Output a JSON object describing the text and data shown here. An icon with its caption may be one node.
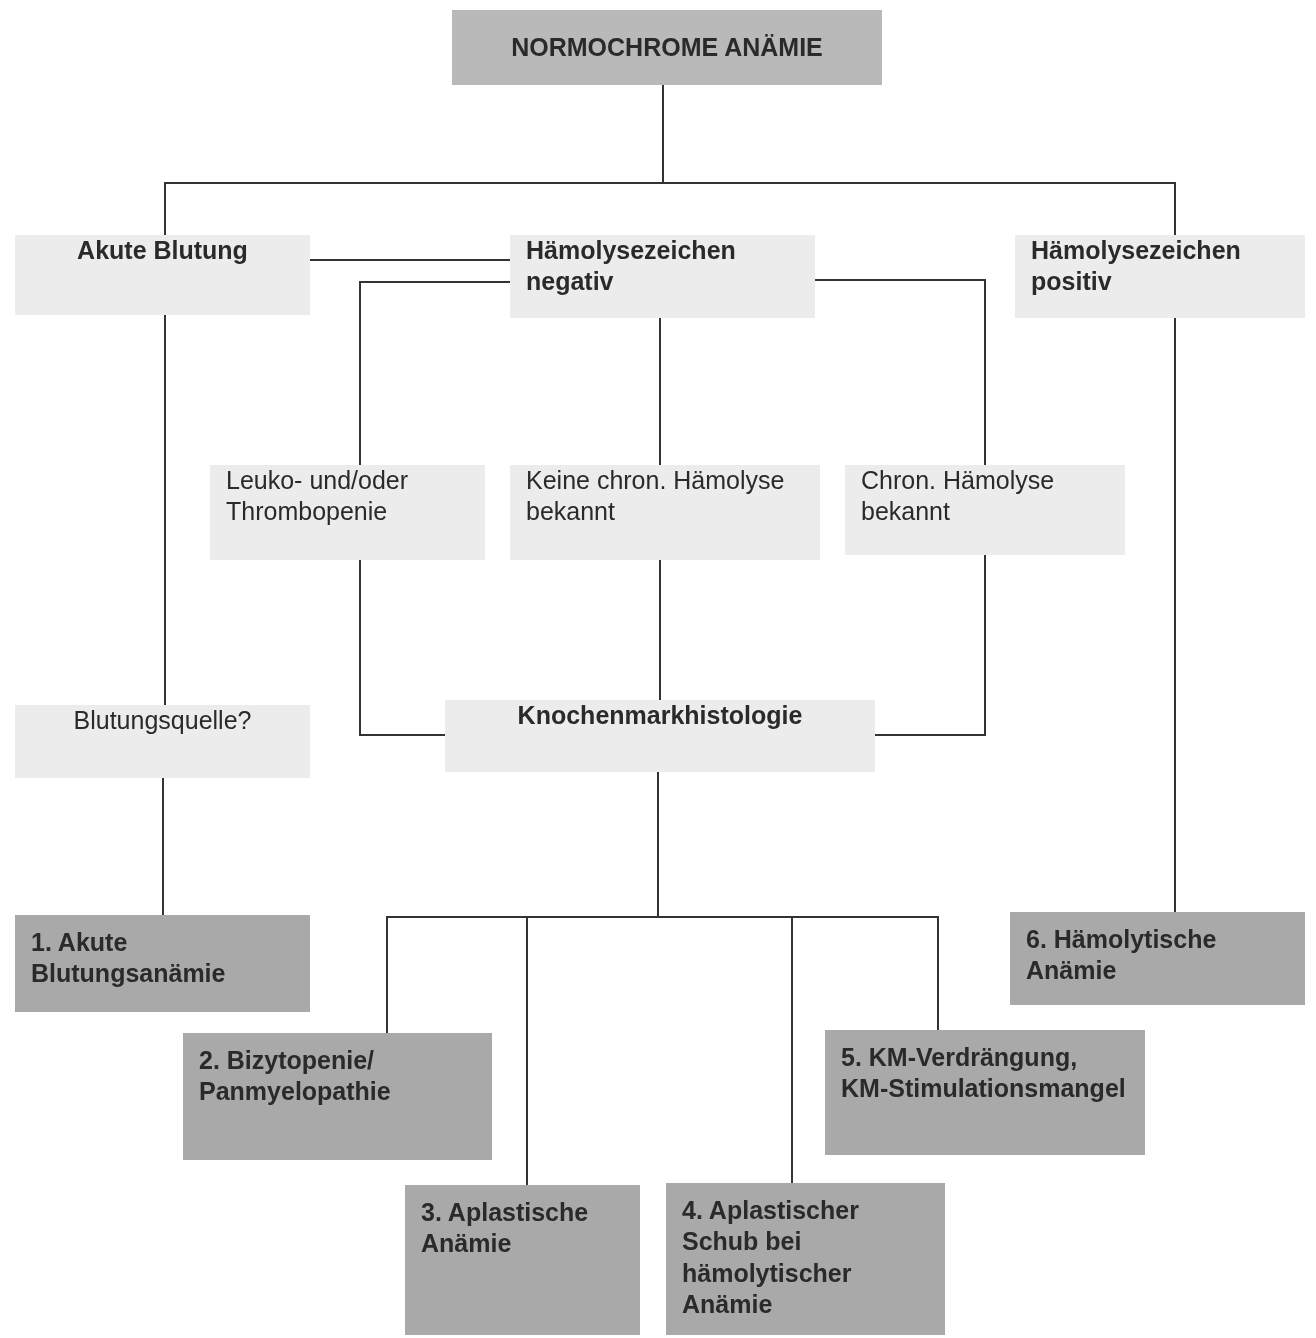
{
  "diagram": {
    "nodes": [
      {
        "text": [
          "NORMOCHROME ANÄMIE"
        ]
      },
      {
        "text": [
          "Akute Blutung"
        ]
      },
      {
        "text": [
          "Hämolysezeichen negativ"
        ]
      },
      {
        "text": [
          "Hämolysezeichen positiv"
        ]
      },
      {
        "text": [
          "Leuko- und/oder Thrombopenie"
        ]
      },
      {
        "text": [
          "Keine chron. Hämolyse bekannt"
        ]
      },
      {
        "text": [
          "Chron. Hämolyse bekannt"
        ]
      },
      {
        "text": [
          "Blutungsquelle?"
        ]
      },
      {
        "text": [
          "Knochenmarkhistologie"
        ]
      },
      {
        "text": [
          "1. Akute Blutungsanämie"
        ]
      },
      {
        "text": [
          "2. Bizytopenie/ Panmyelopathie"
        ]
      },
      {
        "text": [
          "3. Aplastische Anämie"
        ]
      },
      {
        "text": [
          "4. Aplastischer Schub bei hämolytischer Anämie"
        ]
      },
      {
        "text": [
          "5. KM-Verdrängung, KM-Stimulationsmangel"
        ]
      },
      {
        "text": [
          "6. Hämolytische Anämie"
        ]
      }
    ],
    "edges": [
      {
        "from": 0,
        "to": 1,
        "arrow": "none"
      },
      {
        "from": 0,
        "to": 3,
        "arrow": "none"
      },
      {
        "from": 1,
        "to": 2,
        "arrow": "none"
      },
      {
        "from": 2,
        "to": 4,
        "arrow": "none"
      },
      {
        "from": 2,
        "to": 5,
        "arrow": "none"
      },
      {
        "from": 2,
        "to": 6,
        "arrow": "none"
      },
      {
        "from": 1,
        "to": 7,
        "arrow": "none"
      },
      {
        "from": 7,
        "to": 9,
        "arrow": "none"
      },
      {
        "from": 4,
        "to": 8,
        "arrow": "none"
      },
      {
        "from": 5,
        "to": 8,
        "arrow": "none"
      },
      {
        "from": 6,
        "to": 8,
        "arrow": "none"
      },
      {
        "from": 8,
        "to": 10,
        "arrow": "none"
      },
      {
        "from": 8,
        "to": 11,
        "arrow": "none"
      },
      {
        "from": 8,
        "to": 12,
        "arrow": "none"
      },
      {
        "from": 8,
        "to": 13,
        "arrow": "none"
      },
      {
        "from": 3,
        "to": 14,
        "arrow": "none"
      }
    ]
  }
}
